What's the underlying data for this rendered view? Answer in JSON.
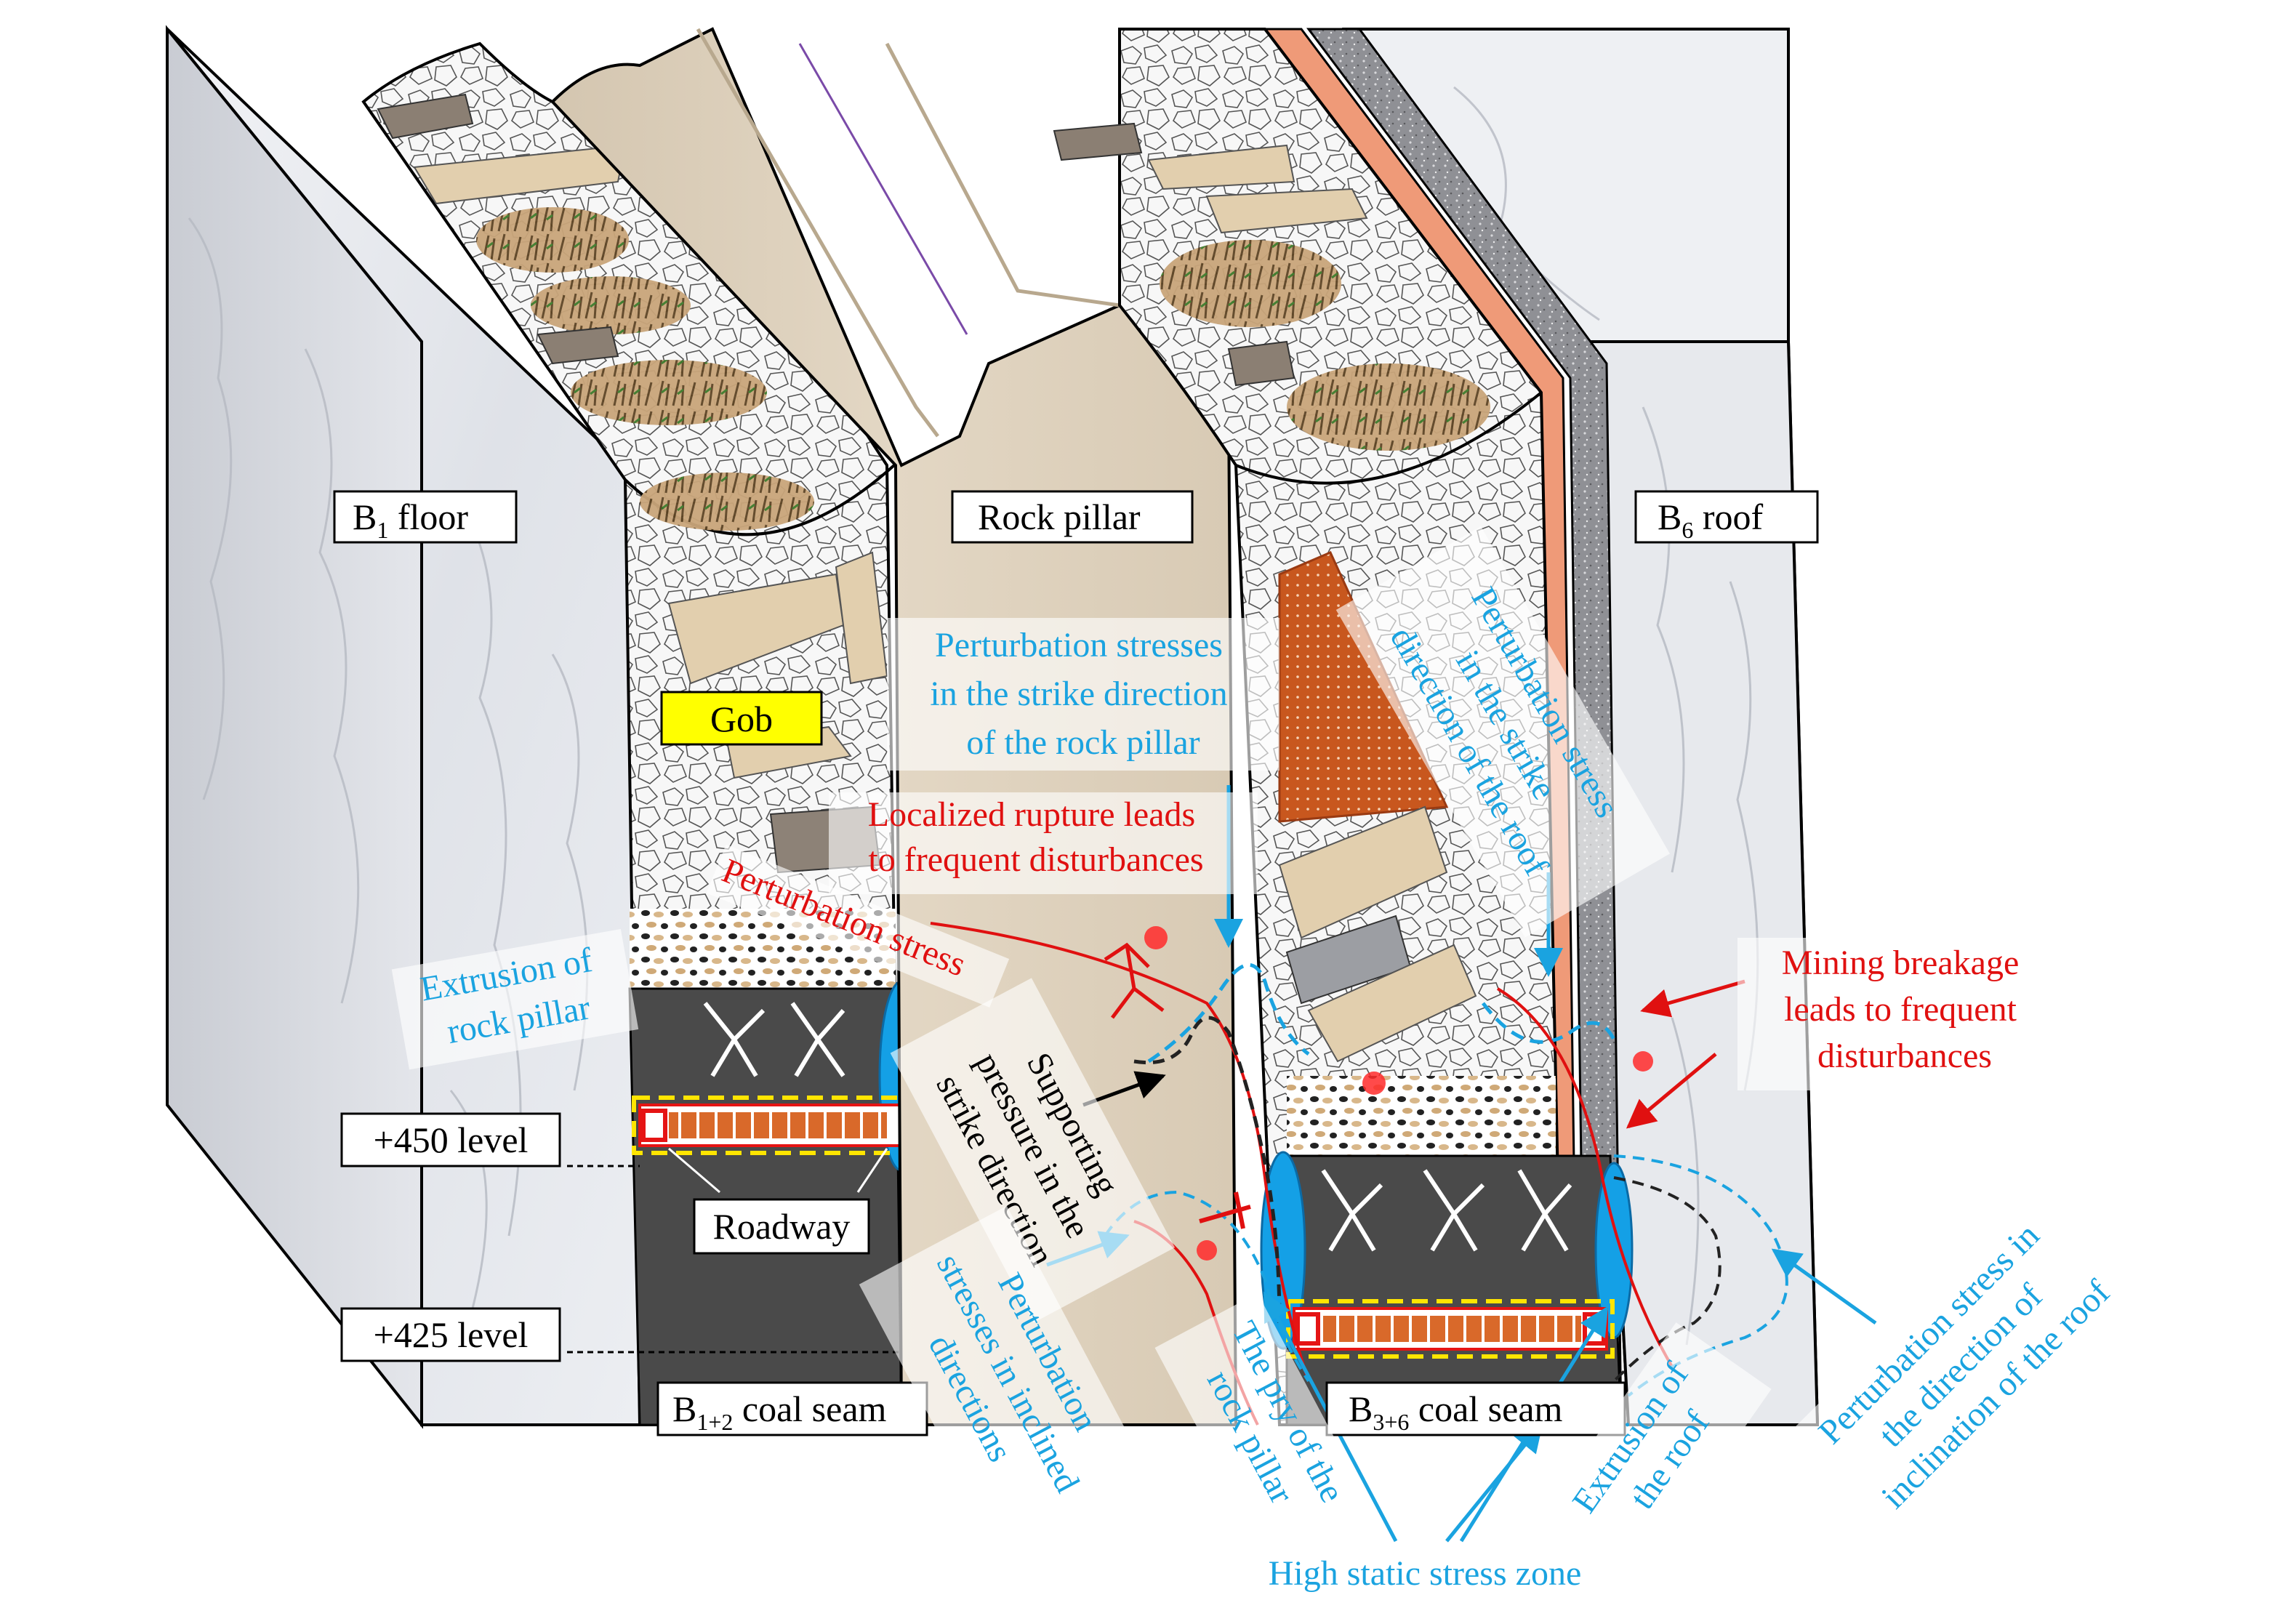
{
  "labels": {
    "b1_floor_prefix": "B",
    "b1_floor_sub": "1",
    "b1_floor_suffix": " floor",
    "b6_roof_prefix": "B",
    "b6_roof_sub": "6",
    "b6_roof_suffix": " roof",
    "rock_pillar": "Rock pillar",
    "gob": "Gob",
    "level_450": "+450 level",
    "level_425": "+425 level",
    "roadway": "Roadway",
    "seam_b12_prefix": "B",
    "seam_b12_sub": "1+2",
    "seam_b12_suffix": " coal seam",
    "seam_b36_prefix": "B",
    "seam_b36_sub": "3+6",
    "seam_b36_suffix": " coal seam"
  },
  "annotations": {
    "strike_pillar": [
      "Perturbation stresses",
      "in the strike direction",
      "of the rock pillar"
    ],
    "strike_roof": [
      "Perturbation stress",
      "in the strike",
      "direction of the roof"
    ],
    "localized_rupture": [
      "Localized rupture leads",
      "to frequent disturbances"
    ],
    "perturbation_stress": "Perturbation stress",
    "extrusion_pillar": [
      "Extrusion of",
      "rock pillar"
    ],
    "supporting_pressure": [
      "Supporting",
      "pressure in the",
      "strike direction"
    ],
    "mining_breakage": [
      "Mining breakage",
      "leads to frequent",
      "disturbances"
    ],
    "inclined_directions": [
      "Perturbation",
      "stresses in inclined",
      "directions"
    ],
    "pry_pillar": [
      "The pry of the",
      "rock pillar"
    ],
    "extrusion_roof": [
      "Extrusion of",
      "the roof"
    ],
    "inclination_roof": [
      "Perturbation stress in",
      "the direction of",
      "inclination of the roof"
    ],
    "high_static": "High static stress zone"
  },
  "colors": {
    "blue": "#1aa3e0",
    "red": "#e01010",
    "coal": "#4a4a4a",
    "gob_label": "#ffff00",
    "rock_pillar": "#ddd0bc",
    "marble": "#e6e9ee",
    "roof_orange": "#ef9a78",
    "dashed_yellow": "#ffe500"
  }
}
